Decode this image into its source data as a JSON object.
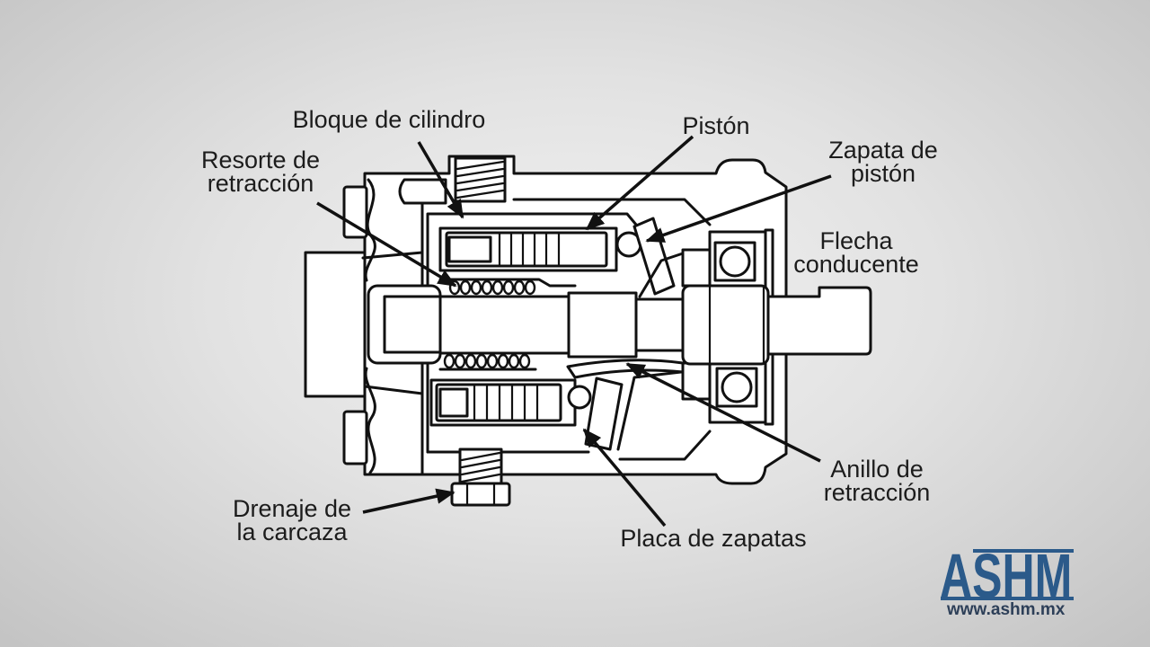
{
  "labels": {
    "cylinder_block": [
      "Bloque de cilindro"
    ],
    "piston": [
      "Pistón"
    ],
    "retraction_spring": [
      "Resorte de",
      "retracción"
    ],
    "piston_shoe": [
      "Zapata de",
      "pistón"
    ],
    "drive_shaft": [
      "Flecha",
      "conducente"
    ],
    "retraction_ring": [
      "Anillo de",
      "retracción"
    ],
    "case_drain": [
      "Drenaje de",
      "la carcaza"
    ],
    "shoe_plate": [
      "Placa de zapatas"
    ]
  },
  "logo": {
    "brand": "ASHM",
    "website": "www.ashm.mx"
  },
  "colors": {
    "brand": "#2b5a8a",
    "website_text": "#2d3f58",
    "line": "#111111",
    "part_fill": "#ffffff",
    "label_text": "#1c1c1c"
  }
}
